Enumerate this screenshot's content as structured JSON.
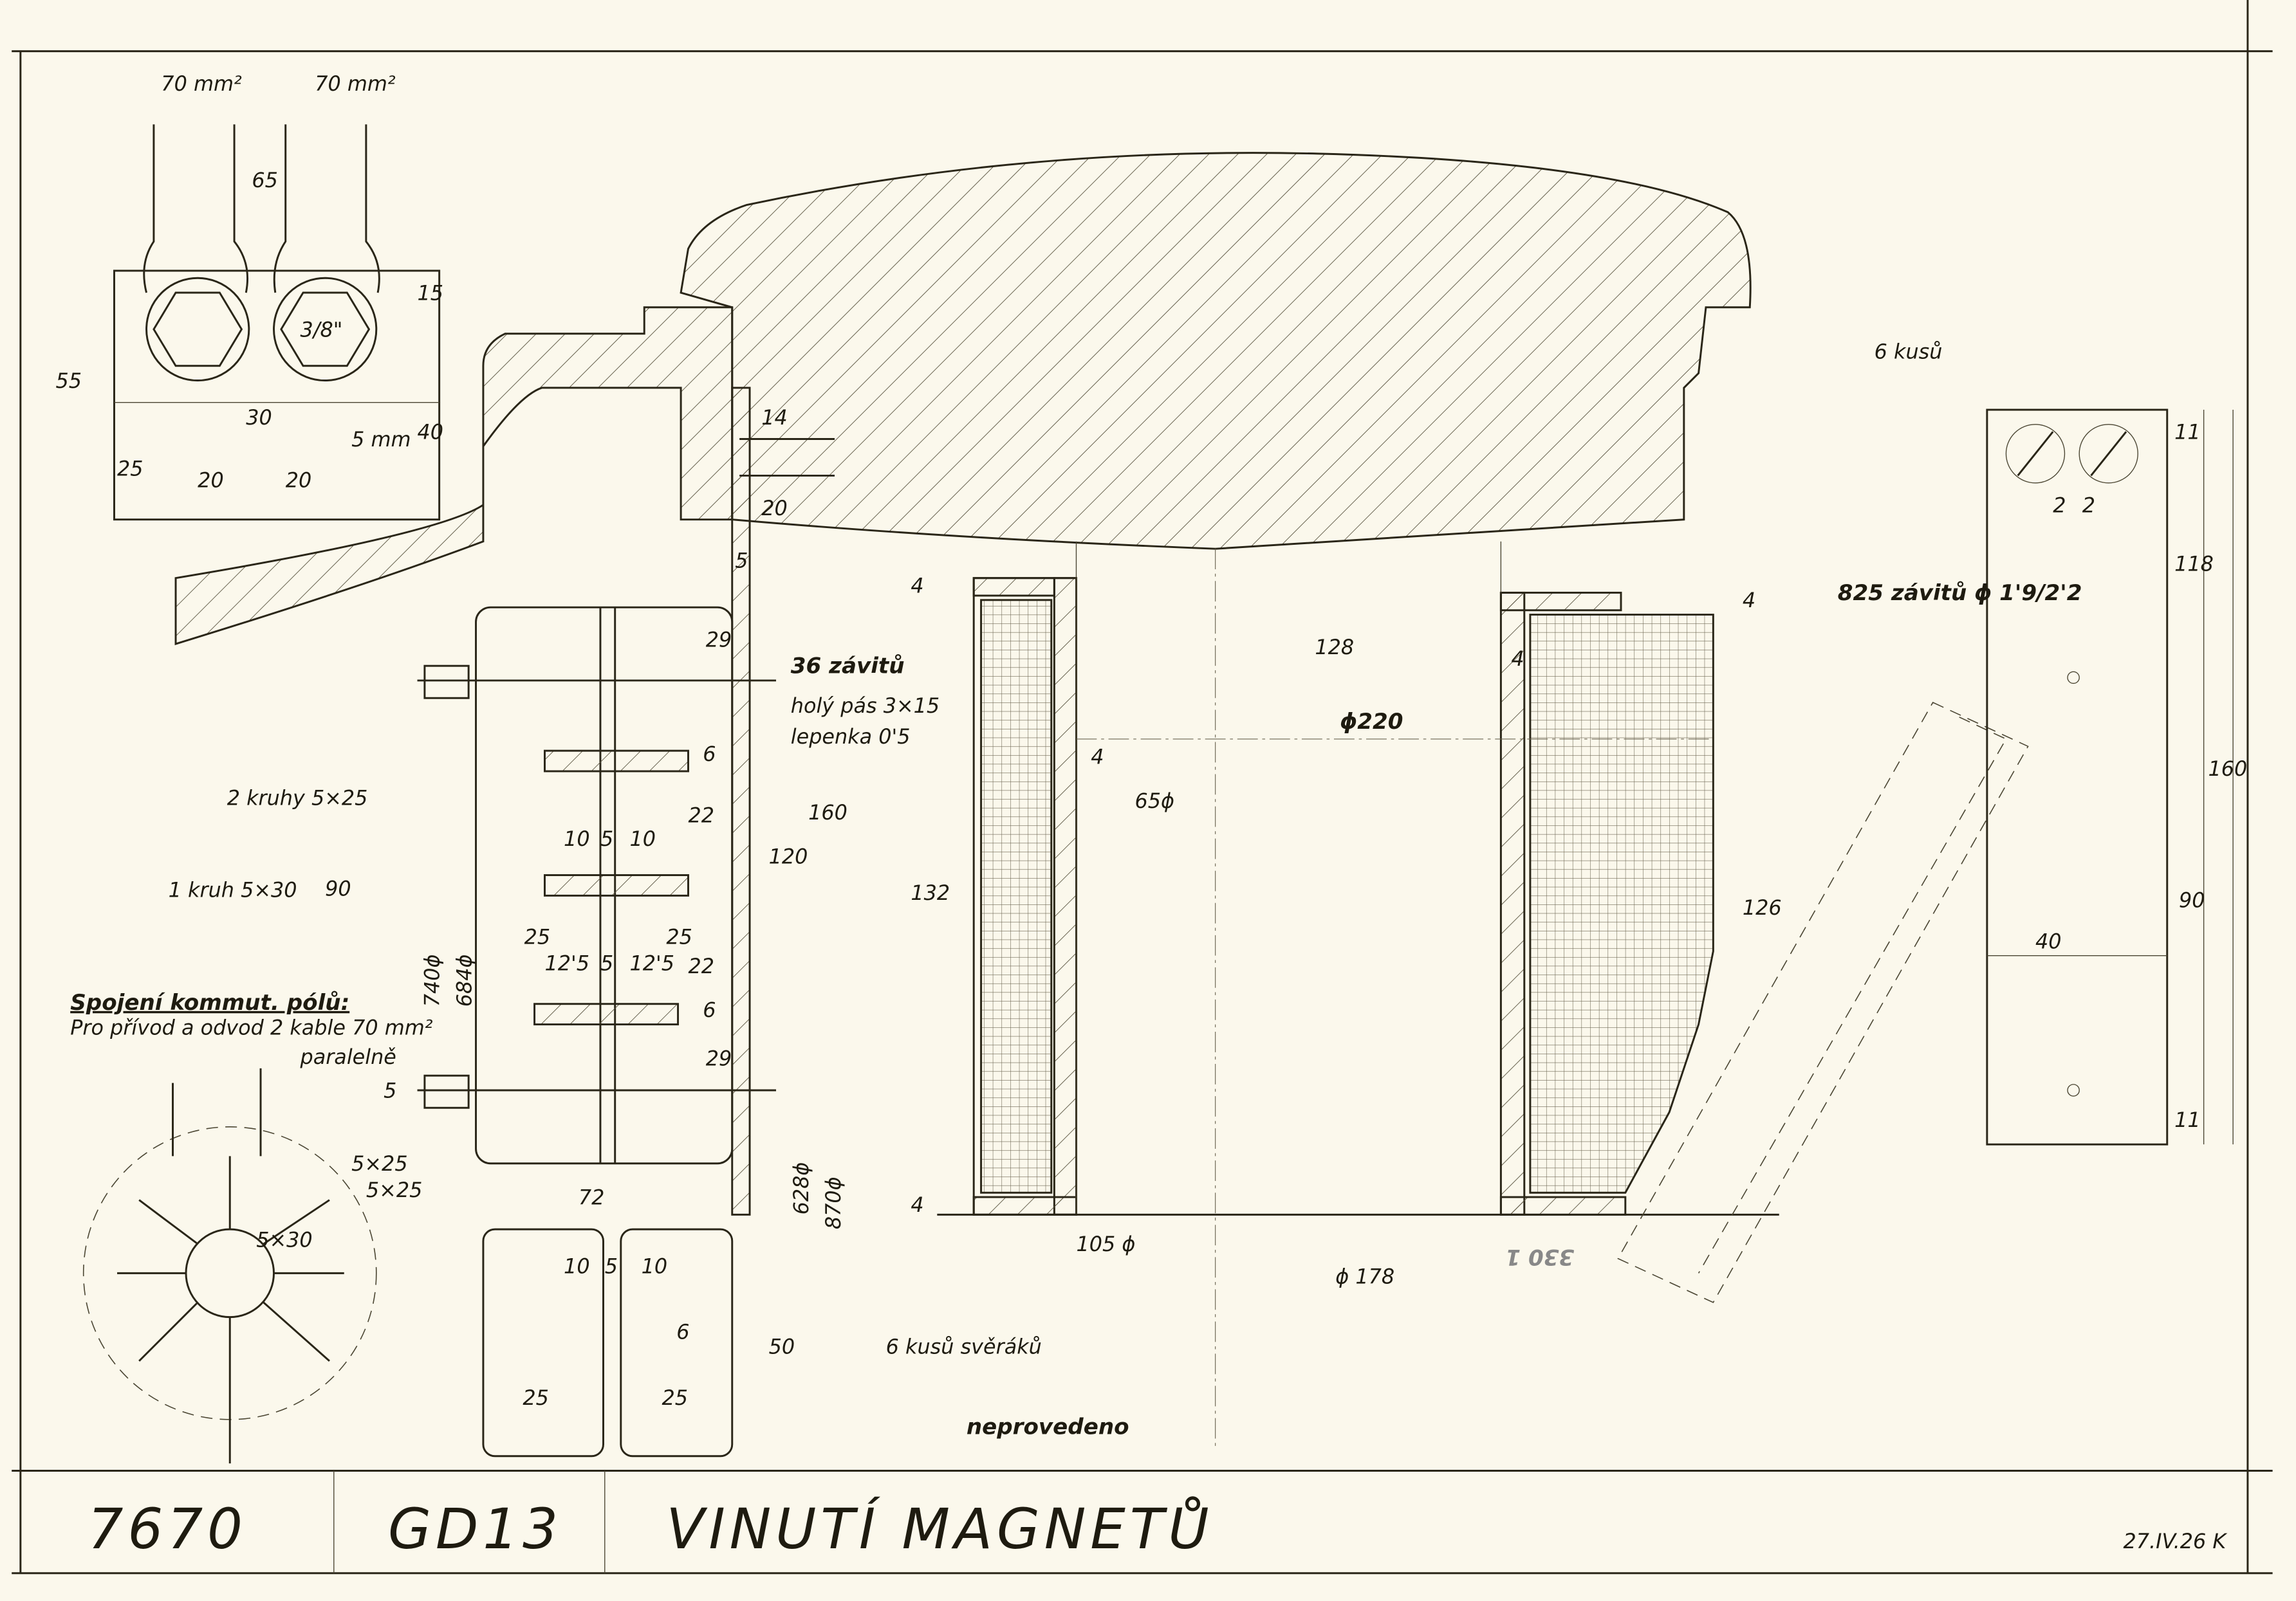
{
  "title_block": {
    "drawing_number": "7670",
    "machine": "GD13",
    "title": "VINUTÍ MAGNETŮ",
    "date_signature": "27.IV.26 K"
  },
  "terminal_detail": {
    "cable_left": "70 mm²",
    "cable_right": "70 mm²",
    "dims": [
      "65",
      "3/8\"",
      "15",
      "55",
      "40",
      "30",
      "25",
      "20",
      "20",
      "5 mm"
    ]
  },
  "main_notes": {
    "turns_series": "36 závitů",
    "copper_strip": "holý pás 3×15",
    "insulation": "lepenka 0'5",
    "rings_2": "2 kruhy 5×25",
    "ring_1": "1 kruh 5×30",
    "clamps": "6 kusů svěráků",
    "not_executed": "neprovedeno",
    "turns_shunt": "825 závitů ϕ 1'9/2'2",
    "pieces": "6 kusů"
  },
  "connection_note": {
    "heading": "Spojení kommut. pólů:",
    "line1": "Pro přívod a odvod 2 kable 70 mm²",
    "line2": "paralelně"
  },
  "dimensions": {
    "d14": "14",
    "d20": "20",
    "d5": "5",
    "d29a": "29",
    "d6a": "6",
    "d22a": "22",
    "d10a": "10",
    "d5b": "5",
    "d10b": "10",
    "d90": "90",
    "d25a": "25",
    "d25b": "25",
    "d125a": "12'5",
    "d5c": "5",
    "d125b": "12'5",
    "d22b": "22",
    "d6b": "6",
    "d29b": "29",
    "d740": "740ϕ",
    "d684": "684ϕ",
    "d5d": "5",
    "d72": "72",
    "d628": "628ϕ",
    "d870": "870ϕ",
    "d120": "120",
    "d160a": "160",
    "d132": "132",
    "d4a": "4",
    "d4b": "4",
    "d65": "65ϕ",
    "d4c": "4",
    "d105": "105 ϕ",
    "d128": "128",
    "d4d": "4",
    "d220": "ϕ220",
    "d126": "126",
    "d4e": "4",
    "d178": "ϕ 178",
    "d10c": "10",
    "d5e": "5",
    "d10d": "10",
    "d6c": "6",
    "d50": "50",
    "d25c": "25",
    "d25d": "25",
    "r11a": "11",
    "r118": "118",
    "r160": "160",
    "r90": "90",
    "r11b": "11",
    "r40": "40",
    "r2a": "2",
    "r2b": "2"
  },
  "diagram": {
    "r1": "5×25",
    "r2": "5×25",
    "r3": "5×30"
  },
  "stamp": "330 1"
}
